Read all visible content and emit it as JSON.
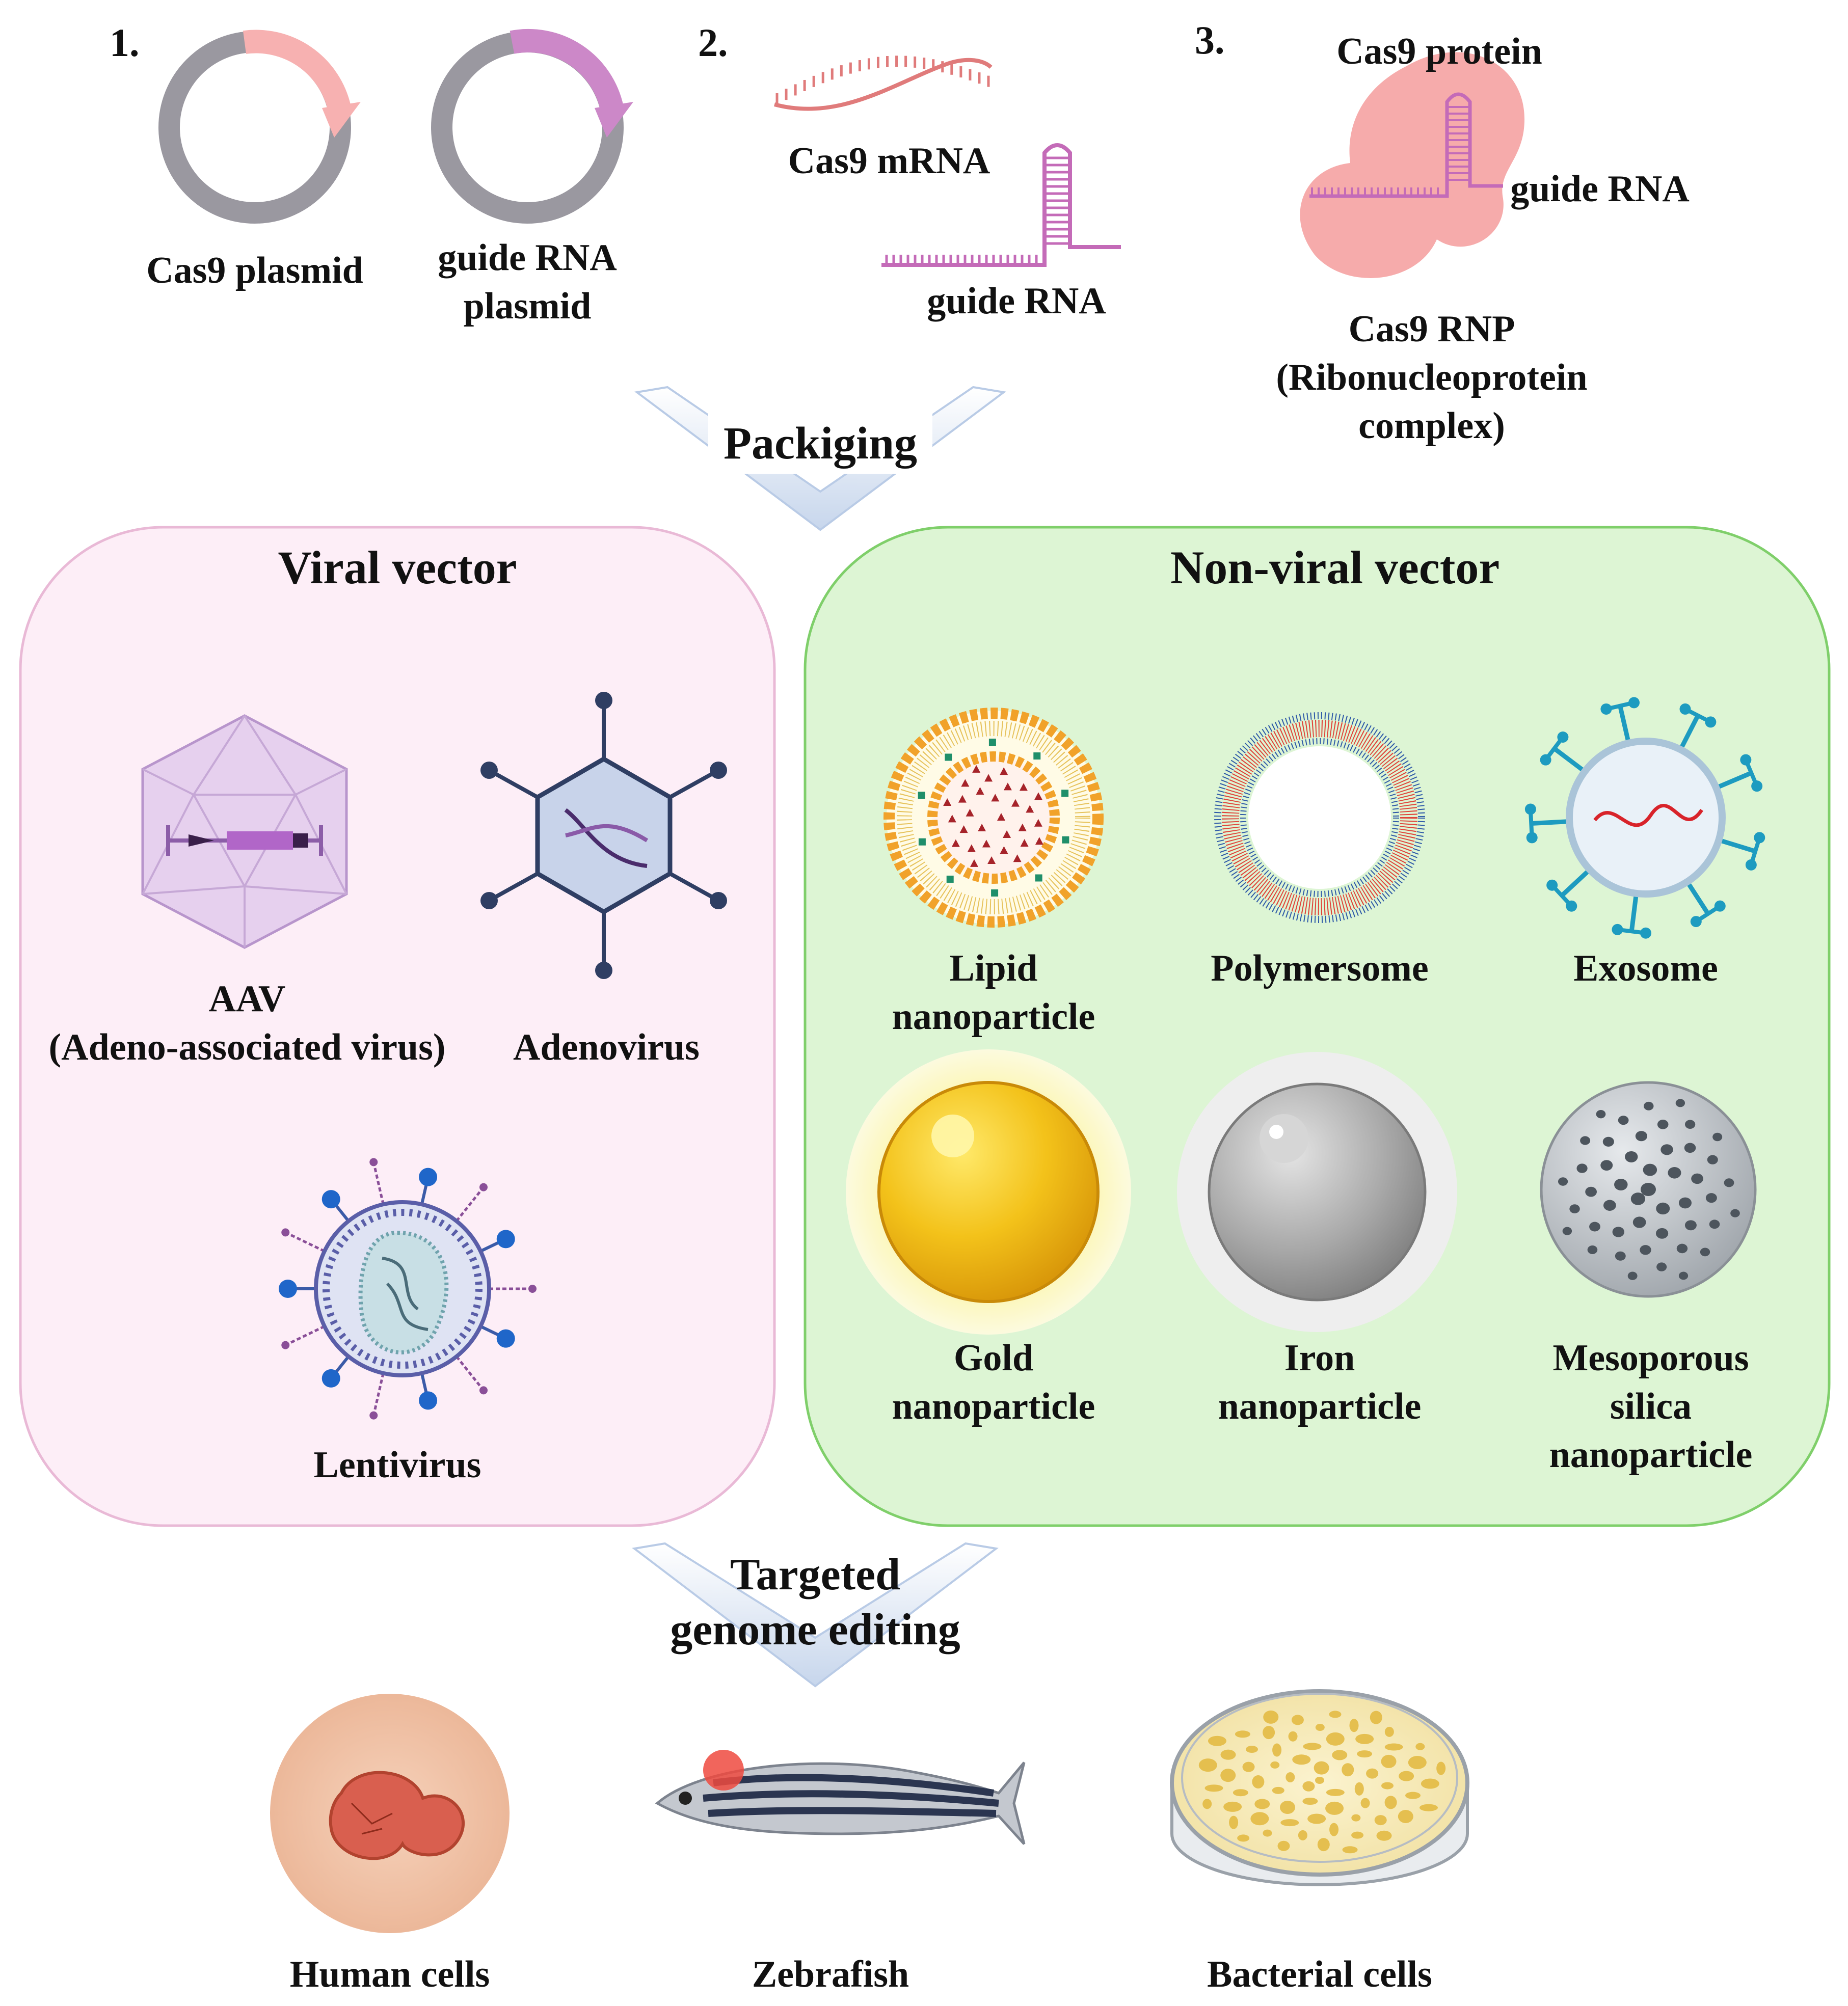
{
  "sections": {
    "inputs": {
      "item1": {
        "number": "1.",
        "cas9_plasmid": "Cas9 plasmid",
        "guide_plasmid_line1": "guide RNA",
        "guide_plasmid_line2": "plasmid"
      },
      "item2": {
        "number": "2.",
        "mrna": "Cas9 mRNA",
        "guide_rna": "guide RNA"
      },
      "item3": {
        "number": "3.",
        "protein": "Cas9 protein",
        "guide_rna": "guide RNA",
        "rnp_line1": "Cas9 RNP",
        "rnp_line2": "(Ribonucleoprotein",
        "rnp_line3": "complex)"
      }
    },
    "packaging": {
      "label": "Packiging"
    },
    "viral": {
      "title": "Viral vector",
      "aav_line1": "AAV",
      "aav_line2": "(Adeno-associated virus)",
      "adenovirus": "Adenovirus",
      "lentivirus": "Lentivirus"
    },
    "nonviral": {
      "title": "Non-viral vector",
      "lipid_line1": "Lipid",
      "lipid_line2": "nanoparticle",
      "polymersome": "Polymersome",
      "exosome": "Exosome",
      "gold_line1": "Gold",
      "gold_line2": "nanoparticle",
      "iron_line1": "Iron",
      "iron_line2": "nanoparticle",
      "silica_line1": "Mesoporous",
      "silica_line2": "silica",
      "silica_line3": "nanoparticle"
    },
    "targeted": {
      "line1": "Targeted",
      "line2": "genome editing"
    },
    "targets": {
      "human": "Human cells",
      "zebrafish": "Zebrafish",
      "bacterial": "Bacterial cells"
    }
  },
  "colors": {
    "viral_panel_fill": "#fdeef7",
    "viral_panel_border": "#e9b9d6",
    "nonviral_panel_fill": "#ddf5d4",
    "nonviral_panel_border": "#7fcf6a",
    "cas9_pink": "#f4a3a3",
    "guide_purple": "#cc88c8"
  }
}
